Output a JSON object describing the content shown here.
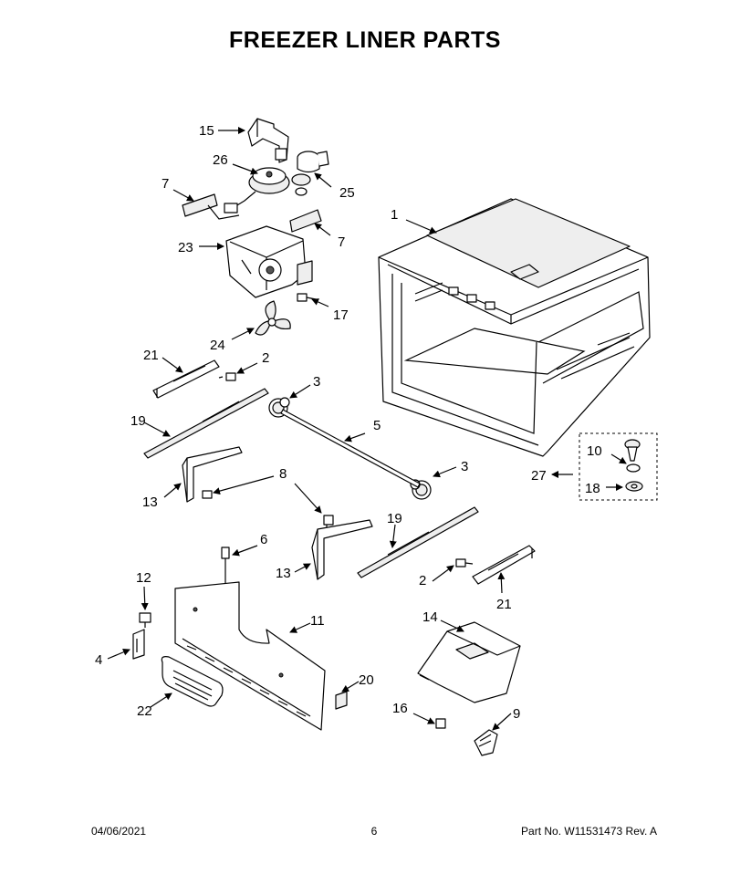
{
  "title": "FREEZER LINER PARTS",
  "callouts": [
    "1",
    "2",
    "2",
    "3",
    "3",
    "4",
    "5",
    "6",
    "7",
    "7",
    "8",
    "9",
    "10",
    "11",
    "12",
    "13",
    "13",
    "14",
    "15",
    "16",
    "17",
    "18",
    "19",
    "19",
    "20",
    "21",
    "21",
    "22",
    "23",
    "24",
    "25",
    "26",
    "27"
  ],
  "footer": {
    "date": "04/06/2021",
    "page": "6",
    "part_no": "Part No.  W11531473  Rev.  A"
  }
}
